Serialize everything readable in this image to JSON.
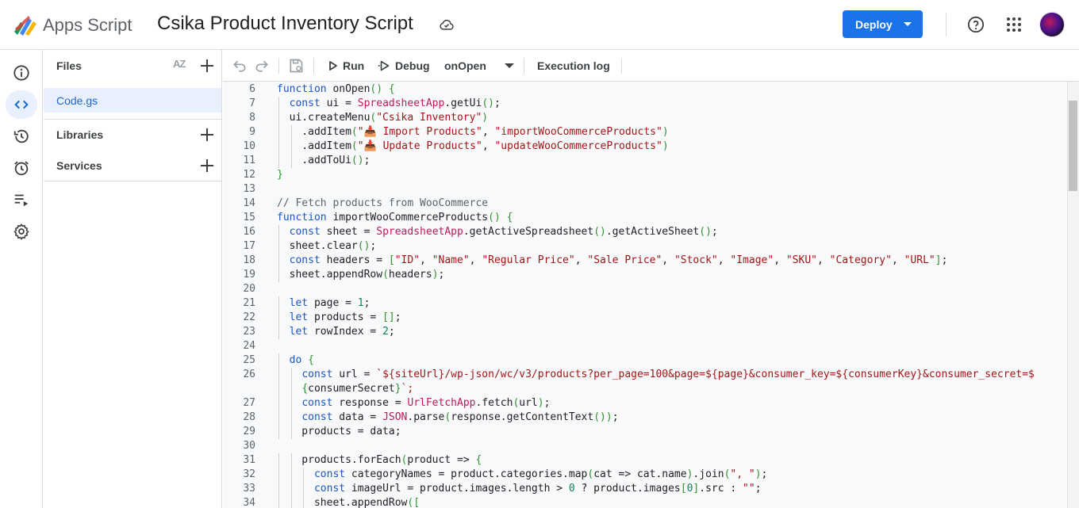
{
  "header": {
    "app_name": "Apps Script",
    "project_title": "Csika Product Inventory Script",
    "deploy_label": "Deploy"
  },
  "files_panel": {
    "files_label": "Files",
    "sort_label": "AZ",
    "file_name": "Code.gs",
    "libraries_label": "Libraries",
    "services_label": "Services"
  },
  "toolbar": {
    "run_label": "Run",
    "debug_label": "Debug",
    "function_select": "onOpen",
    "execution_log_label": "Execution log"
  },
  "code_lines": [
    {
      "n": "6",
      "text": "function onOpen() {"
    },
    {
      "n": "7",
      "text": "  const ui = SpreadsheetApp.getUi();"
    },
    {
      "n": "8",
      "text": "  ui.createMenu(\"Csika Inventory\")"
    },
    {
      "n": "9",
      "text": "    .addItem(\"📥 Import Products\", \"importWooCommerceProducts\")"
    },
    {
      "n": "10",
      "text": "    .addItem(\"📥 Update Products\", \"updateWooCommerceProducts\")"
    },
    {
      "n": "11",
      "text": "    .addToUi();"
    },
    {
      "n": "12",
      "text": "}"
    },
    {
      "n": "13",
      "text": ""
    },
    {
      "n": "14",
      "text": "// Fetch products from WooCommerce"
    },
    {
      "n": "15",
      "text": "function importWooCommerceProducts() {"
    },
    {
      "n": "16",
      "text": "  const sheet = SpreadsheetApp.getActiveSpreadsheet().getActiveSheet();"
    },
    {
      "n": "17",
      "text": "  sheet.clear();"
    },
    {
      "n": "18",
      "text": "  const headers = [\"ID\", \"Name\", \"Regular Price\", \"Sale Price\", \"Stock\", \"Image\", \"SKU\", \"Category\", \"URL\"];"
    },
    {
      "n": "19",
      "text": "  sheet.appendRow(headers);"
    },
    {
      "n": "20",
      "text": ""
    },
    {
      "n": "21",
      "text": "  let page = 1;"
    },
    {
      "n": "22",
      "text": "  let products = [];"
    },
    {
      "n": "23",
      "text": "  let rowIndex = 2;"
    },
    {
      "n": "24",
      "text": ""
    },
    {
      "n": "25",
      "text": "  do {"
    },
    {
      "n": "26",
      "text": "    const url = `${siteUrl}/wp-json/wc/v3/products?per_page=100&page=${page}&consumer_key=${consumerKey}&consumer_secret=$"
    },
    {
      "n": "",
      "text": "    {consumerSecret}`;"
    },
    {
      "n": "27",
      "text": "    const response = UrlFetchApp.fetch(url);"
    },
    {
      "n": "28",
      "text": "    const data = JSON.parse(response.getContentText());"
    },
    {
      "n": "29",
      "text": "    products = data;"
    },
    {
      "n": "30",
      "text": ""
    },
    {
      "n": "31",
      "text": "    products.forEach(product => {"
    },
    {
      "n": "32",
      "text": "      const categoryNames = product.categories.map(cat => cat.name).join(\", \");"
    },
    {
      "n": "33",
      "text": "      const imageUrl = product.images.length > 0 ? product.images[0].src : \"\";"
    },
    {
      "n": "34",
      "text": "      sheet.appendRow(["
    }
  ]
}
